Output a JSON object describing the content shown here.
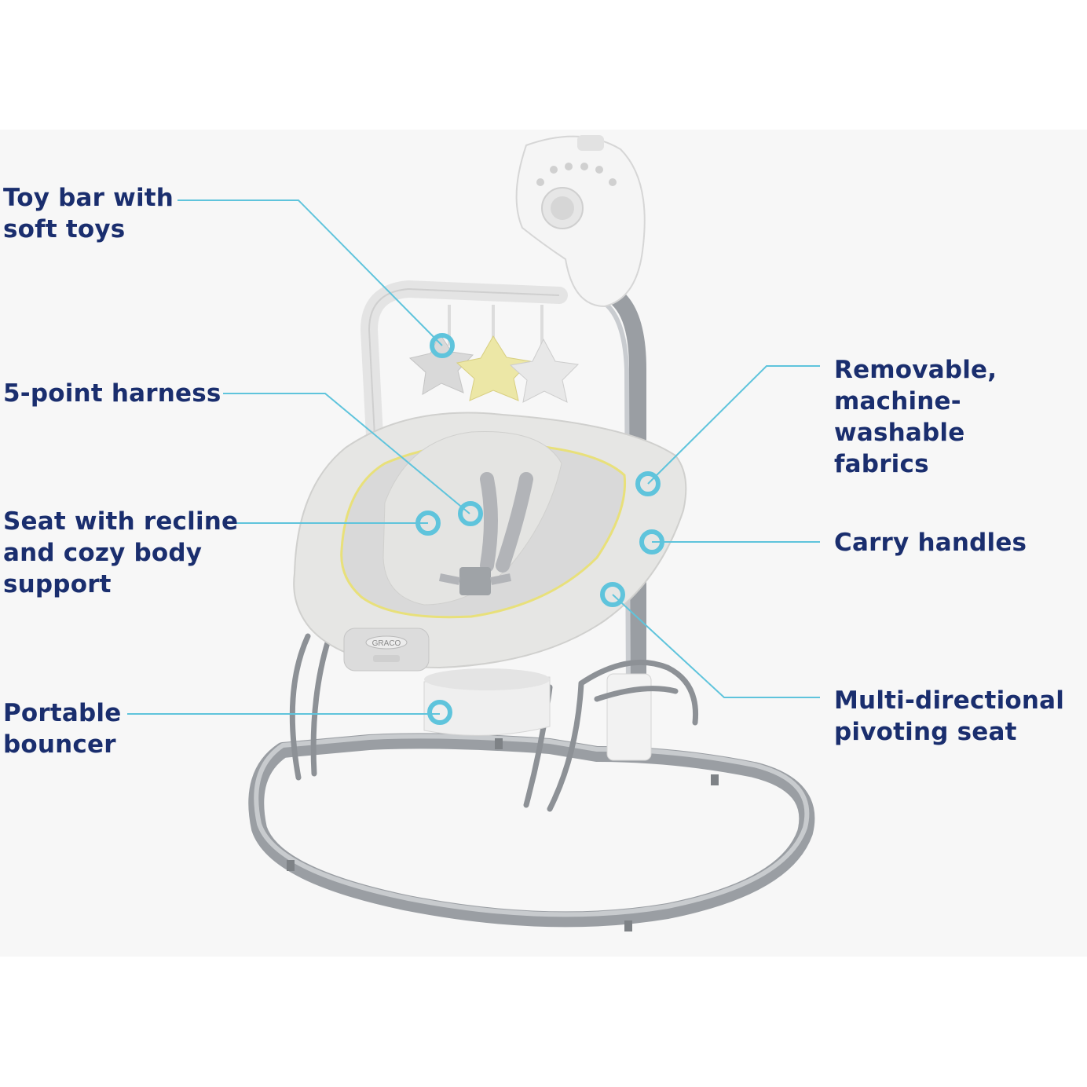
{
  "labels": {
    "toy_bar": "Toy bar with\nsoft toys",
    "harness": "5-point harness",
    "seat": "Seat with recline\nand cozy body\nsupport",
    "bouncer": "Portable\nbouncer",
    "fabrics": "Removable,\nmachine-washable\nfabrics",
    "handles": "Carry handles",
    "pivot": "Multi-directional\npivoting seat"
  },
  "brand_badge": "GRACO",
  "colors": {
    "label_text": "#1a2e6e",
    "callout": "#5fc4dc",
    "panel": "#f7f7f7",
    "frame": "#9a9ea3",
    "seat": "#e6e6e4",
    "accent_yellow": "#e8e07a"
  }
}
